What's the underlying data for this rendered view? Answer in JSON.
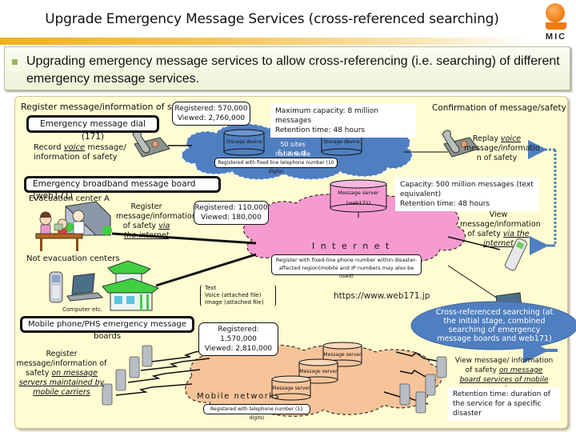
{
  "header": {
    "title": "Upgrade Emergency Message Services (cross-referenced searching)",
    "logo_text": "MIC"
  },
  "summary": {
    "text": "Upgrading emergency message services to allow cross-referencing (i.e. searching) of different emergency message services."
  },
  "dial171": {
    "register_heading": "Register message/information of safety",
    "service_name": "Emergency message dial (171)",
    "stats": {
      "registered": "Registered: 570,000",
      "viewed": "Viewed: 2,760,000"
    },
    "capacity": {
      "line1": "Maximum capacity: 8 million messages",
      "line2": "Retention time: 48 hours"
    },
    "confirmation_heading": "Confirmation of message/safety",
    "record_text": {
      "prefix": "Record ",
      "emph": "voice",
      "suffix": " message/ information of safety"
    },
    "replay_text": {
      "prefix": "Replay ",
      "emph": "voice",
      "suffix": " message/informatio n of safety"
    },
    "storage_left": "Storage device",
    "storage_right": "Storage device",
    "sites": "50 sites nationwide",
    "network": "Fixed line",
    "registered_note": "Registered with fixed line telephone number (10 digits)"
  },
  "web171": {
    "service_name": "Emergency broadband message board (web171)",
    "evac_center": "Evacuation center A",
    "not_evac": "Not evacuation centers",
    "register_text": {
      "prefix": "Register message/information of safety ",
      "emph": "via the internet"
    },
    "stats": {
      "registered": "Registered: 110,000",
      "viewed": "Viewed: 180,000"
    },
    "server": {
      "line1": "Message server",
      "line2": "(web171)"
    },
    "capacity": {
      "line1": "Capacity: 500 million messages (text equivalent)",
      "line2": "Retention time: 48 hours"
    },
    "view_text": {
      "prefix": "View message/information of safety ",
      "emph": "via the internet"
    },
    "network": "I n t e r n e t",
    "register_note": "Register with fixed-line phone number within disaster-affected region(mobile and IP numbers may also be used)",
    "content_types": [
      "Text",
      "Voice (attached file)",
      "Image (attached file)"
    ],
    "url": "https://www.web171.jp",
    "computer_label": "Computer etc."
  },
  "mobile": {
    "service_name": "Mobile phone/PHS emergency message boards",
    "register_text": {
      "prefix": "Register message/information of safety ",
      "emph": "on message servers maintained by mobile carriers"
    },
    "stats": {
      "registered": "Registered: 1,570,000",
      "viewed": "Viewed: 2,810,000"
    },
    "servers": [
      "Message server",
      "Message server",
      "Message server"
    ],
    "network": "Mobile networks",
    "registered_note": "Registered with telephone number (11 digits)",
    "view_text": {
      "prefix": "View message/ information of safety ",
      "emph": "on message board services of mobile carriers"
    },
    "retention": "Retention time: duration of the service for a specific disaster"
  },
  "cross_reference": {
    "text": "Cross-referenced searching (at the initial stage, combined searching of emergency message boards and web171)"
  },
  "colors": {
    "fixed_cloud": "#4f7fc0",
    "internet_cloud": "#f59bd0",
    "mobile_cloud": "#f7c49a",
    "cross_ellipse": "#4f7fc0",
    "panel_bg": "#fffcd2",
    "title_accent": "#f3b01d"
  }
}
